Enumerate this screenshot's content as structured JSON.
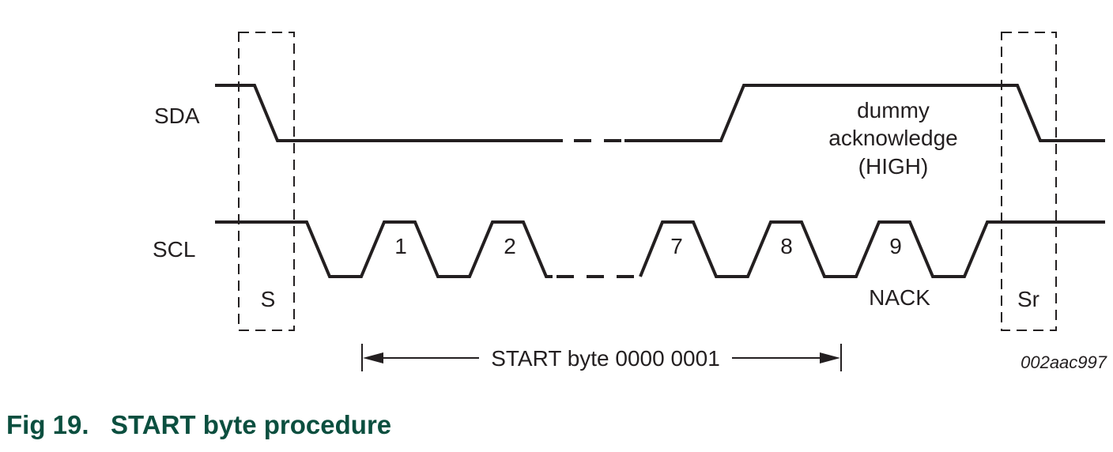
{
  "signals": {
    "sda": "SDA",
    "scl": "SCL"
  },
  "conditions": {
    "start": "S",
    "repeated_start": "Sr"
  },
  "clock_pulses": [
    "1",
    "2",
    "7",
    "8",
    "9"
  ],
  "nack": "NACK",
  "annotation": {
    "line1": "dummy",
    "line2": "acknowledge",
    "line3": "(HIGH)"
  },
  "span_label": "START byte 0000 0001",
  "figure_id": "002aac997",
  "caption": {
    "number": "Fig 19.",
    "title": "START byte procedure"
  },
  "colors": {
    "caption": "#0b4f3f",
    "ink": "#231f20"
  }
}
